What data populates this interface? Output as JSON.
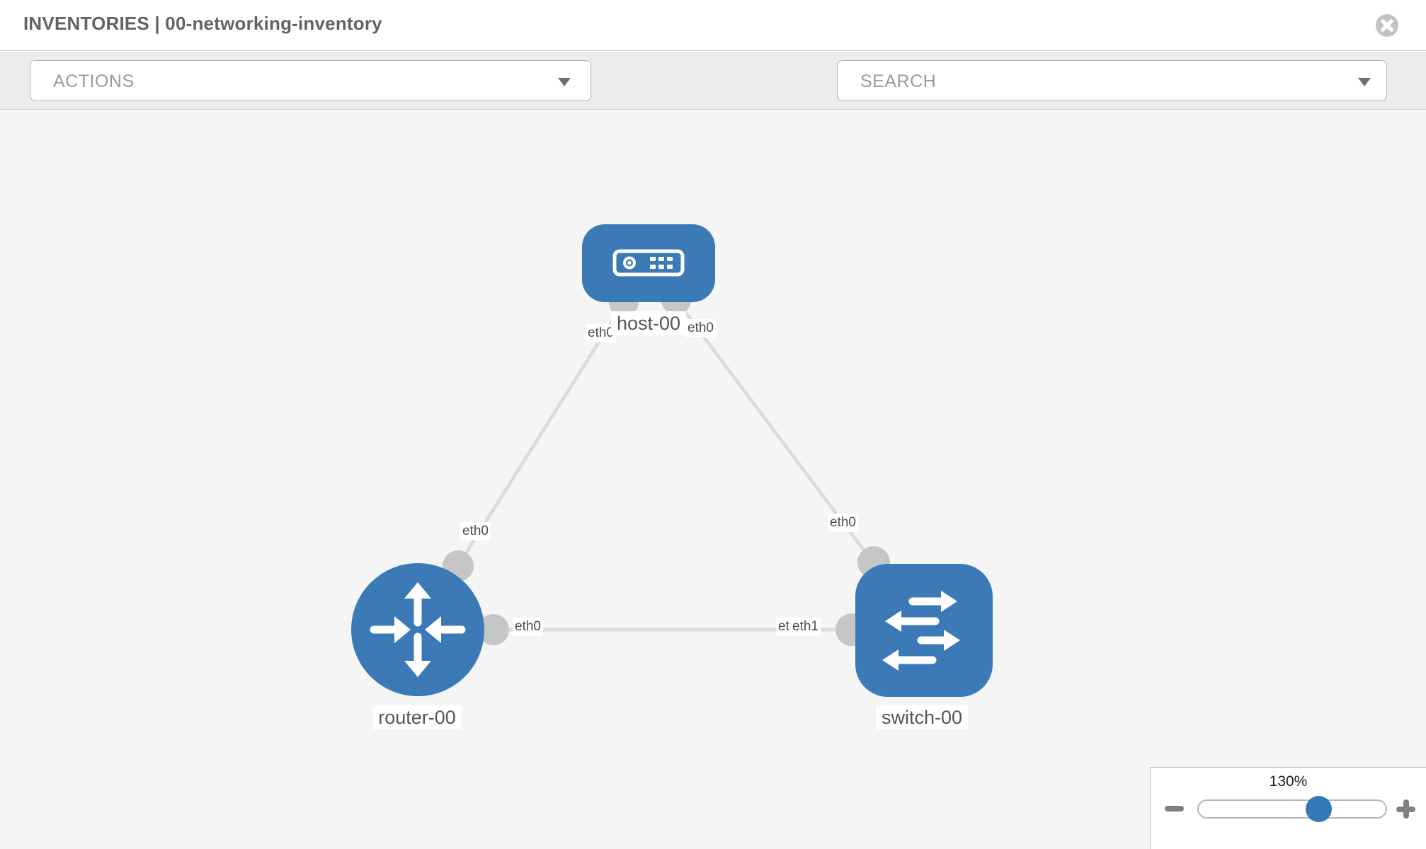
{
  "header": {
    "title": "INVENTORIES | 00-networking-inventory"
  },
  "toolbar": {
    "actions_label": "ACTIONS",
    "search_placeholder": "SEARCH",
    "icons": [
      "wrench-icon",
      "key-icon"
    ]
  },
  "topology": {
    "nodes": [
      {
        "id": "host-00",
        "type": "host",
        "label": "host-00"
      },
      {
        "id": "router-00",
        "type": "router",
        "label": "router-00"
      },
      {
        "id": "switch-00",
        "type": "switch",
        "label": "switch-00"
      }
    ],
    "links": [
      {
        "from": "host-00",
        "from_interface": "eth0",
        "to": "router-00",
        "to_interface": "eth0"
      },
      {
        "from": "host-00",
        "from_interface": "eth0",
        "to": "switch-00",
        "to_interface": "eth0"
      },
      {
        "from": "router-00",
        "from_interface": "eth0",
        "to": "switch-00",
        "to_interface": "eth1"
      }
    ],
    "interface_labels": [
      {
        "text": "eth0",
        "link": "host-router",
        "end": "host"
      },
      {
        "text": "eth0",
        "link": "host-switch",
        "end": "host"
      },
      {
        "text": "eth0",
        "link": "host-router",
        "end": "router"
      },
      {
        "text": "eth0",
        "link": "host-switch",
        "end": "switch"
      },
      {
        "text": "eth0",
        "link": "router-switch",
        "end": "router"
      },
      {
        "text": "eth0",
        "link": "router-switch",
        "end": "switch-under"
      },
      {
        "text": "eth1",
        "link": "router-switch",
        "end": "switch"
      }
    ]
  },
  "zoom_control": {
    "value": "130%"
  },
  "colors": {
    "node_blue": "#3b7ab6",
    "link_gray": "#dcdcdc",
    "endpoint_gray": "#c6c6c6",
    "slider_blue": "#3478b5",
    "toolbar_bg": "#ececec",
    "canvas_bg": "#f5f5f5"
  }
}
